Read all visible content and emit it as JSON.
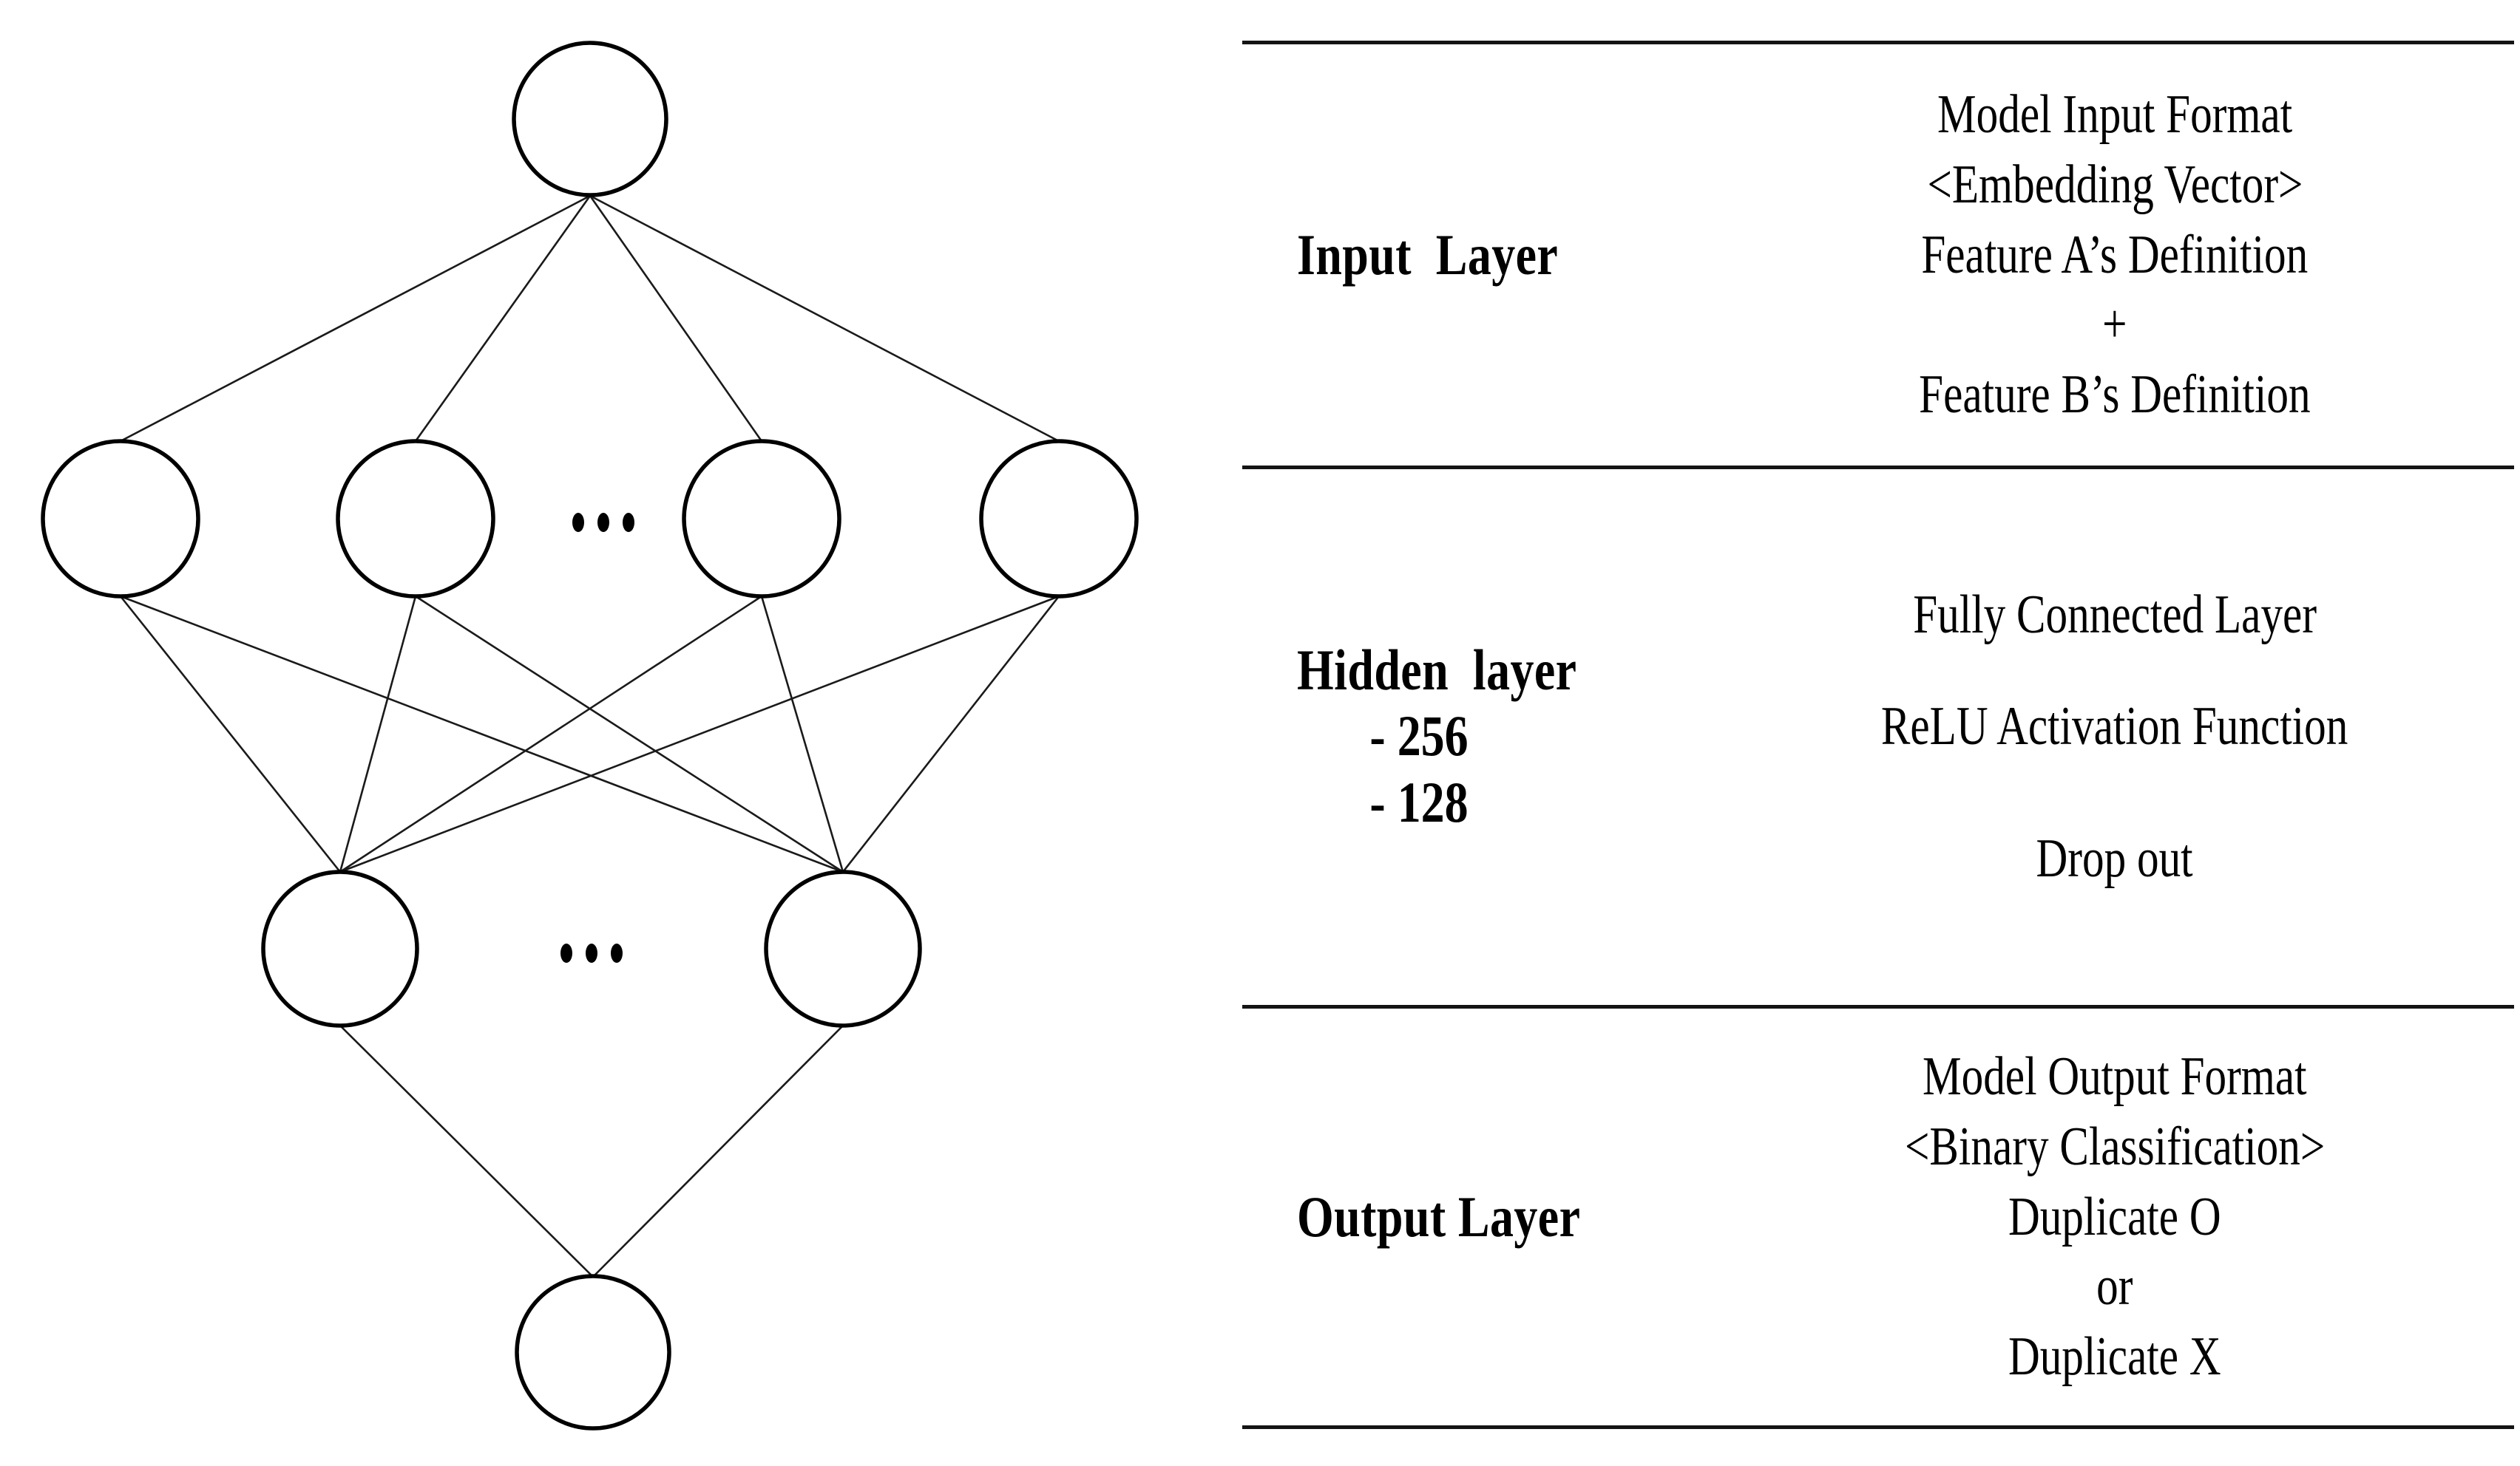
{
  "diagram": {
    "name": "feedforward-neural-network",
    "ellipsis_glyph": "•••",
    "layers": [
      {
        "name": "input-node-row",
        "node_count_shown": 1,
        "ellipsis": false
      },
      {
        "name": "hidden-node-row-1",
        "node_count_shown": 4,
        "ellipsis": true
      },
      {
        "name": "hidden-node-row-2",
        "node_count_shown": 2,
        "ellipsis": true
      },
      {
        "name": "output-node-row",
        "node_count_shown": 1,
        "ellipsis": false
      }
    ],
    "colors": {
      "node_stroke": "#000000",
      "node_fill": "#ffffff",
      "edge_stroke": "#1a1a1a"
    }
  },
  "table": {
    "rule_color": "#141414",
    "rows": [
      {
        "id": "input",
        "label": "Input  Layer",
        "sublines": [],
        "description_lines": [
          "Model Input Format",
          "<Embedding Vector>",
          "Feature A’s Definition",
          "+",
          "Feature B’s Definition"
        ]
      },
      {
        "id": "hidden",
        "label": "Hidden  layer",
        "sublines": [
          "- 256",
          "- 128"
        ],
        "description_lines": [
          "Fully Connected Layer",
          "ReLU Activation Function",
          "Drop out"
        ]
      },
      {
        "id": "output",
        "label": "Output Layer",
        "sublines": [],
        "description_lines": [
          "Model Output Format",
          "<Binary Classification>",
          "Duplicate O",
          "or",
          "Duplicate X"
        ]
      }
    ]
  }
}
